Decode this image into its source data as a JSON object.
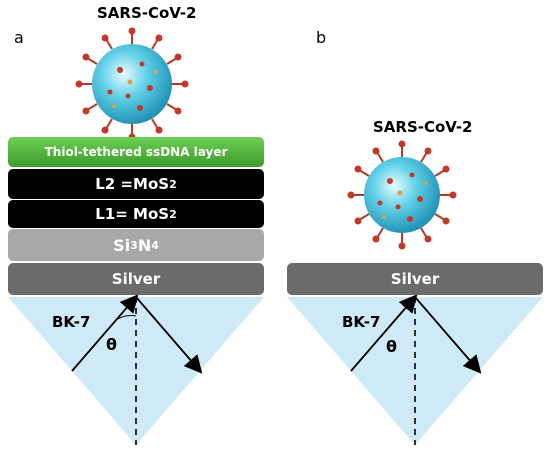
{
  "panel_a": {
    "label": "a",
    "virus_title": "SARS-CoV-2",
    "layers": {
      "ssdna": "Thiol-tethered ssDNA layer",
      "l2_text": "L2 =MoS",
      "l2_sub": "2",
      "l1_text": "L1= MoS",
      "l1_sub": "2",
      "si_main": "Si",
      "si_sub1": "3",
      "si_mid": "N",
      "si_sub2": "4",
      "silver": "Silver"
    },
    "prism_label": "BK-7",
    "angle_label": "θ"
  },
  "panel_b": {
    "label": "b",
    "virus_title": "SARS-CoV-2",
    "silver": "Silver",
    "prism_label": "BK-7",
    "angle_label": "θ"
  },
  "colors": {
    "ssdna": "#4caf3a",
    "mos2": "#000000",
    "si3n4": "#a8a8a8",
    "silver": "#6b6b6b",
    "prism": "#cfeaf7",
    "virus": "#45c3dc",
    "spike": "#c0392b"
  }
}
